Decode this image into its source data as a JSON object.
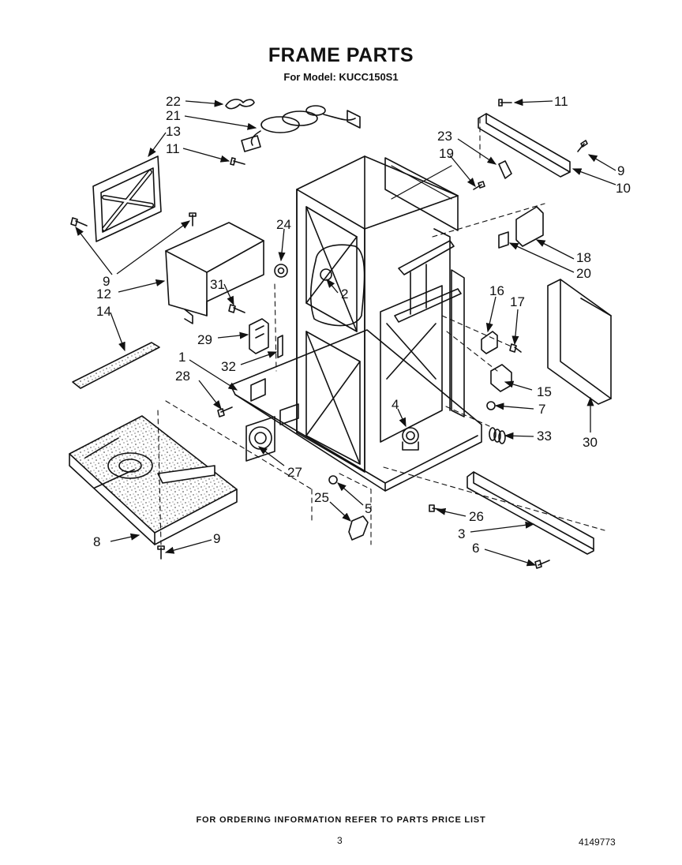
{
  "document": {
    "title": "FRAME PARTS",
    "subtitle": "For Model: KUCC150S1",
    "footer_note": "FOR ORDERING INFORMATION REFER TO PARTS PRICE LIST",
    "page_number": "3",
    "doc_number": "4149773"
  },
  "callouts": [
    "1",
    "2",
    "3",
    "4",
    "5",
    "6",
    "7",
    "8",
    "9",
    "9",
    "9",
    "10",
    "11",
    "11",
    "12",
    "13",
    "14",
    "15",
    "16",
    "17",
    "18",
    "19",
    "20",
    "21",
    "22",
    "23",
    "24",
    "25",
    "26",
    "27",
    "28",
    "29",
    "30",
    "31",
    "32",
    "33"
  ],
  "colors": {
    "ink": "#111111",
    "paper": "#ffffff"
  }
}
